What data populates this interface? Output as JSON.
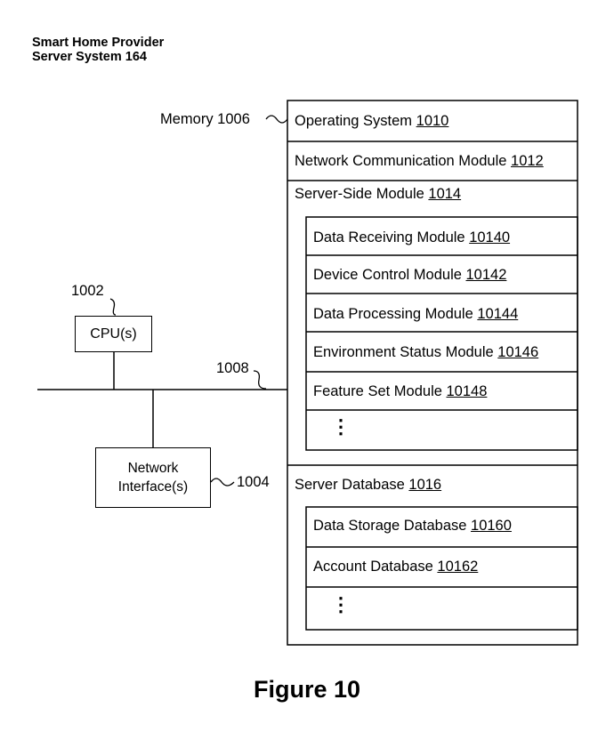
{
  "title": {
    "line1": "Smart Home Provider",
    "line2": "Server System 164"
  },
  "memory_label": "Memory 1006",
  "memory": {
    "os": {
      "text": "Operating System ",
      "ref": "1010"
    },
    "network_comm": {
      "text": "Network Communication Module ",
      "ref": "1012"
    },
    "server_side": {
      "text": "Server-Side Module ",
      "ref": "1014"
    },
    "server_side_items": [
      {
        "text": "Data Receiving Module ",
        "ref": "10140"
      },
      {
        "text": "Device Control Module ",
        "ref": "10142"
      },
      {
        "text": "Data Processing Module ",
        "ref": "10144"
      },
      {
        "text": "Environment Status Module ",
        "ref": "10146"
      },
      {
        "text": "Feature Set Module ",
        "ref": "10148"
      }
    ],
    "server_db": {
      "text": "Server Database ",
      "ref": "1016"
    },
    "server_db_items": [
      {
        "text": "Data Storage Database ",
        "ref": "10160"
      },
      {
        "text": "Account Database ",
        "ref": "10162"
      }
    ],
    "ellipsis": "⋮"
  },
  "cpu": {
    "label": "CPU(s)",
    "ref": "1002"
  },
  "bus_ref": "1008",
  "network_interface": {
    "line1": "Network",
    "line2": "Interface(s)",
    "ref": "1004"
  },
  "caption": "Figure 10"
}
